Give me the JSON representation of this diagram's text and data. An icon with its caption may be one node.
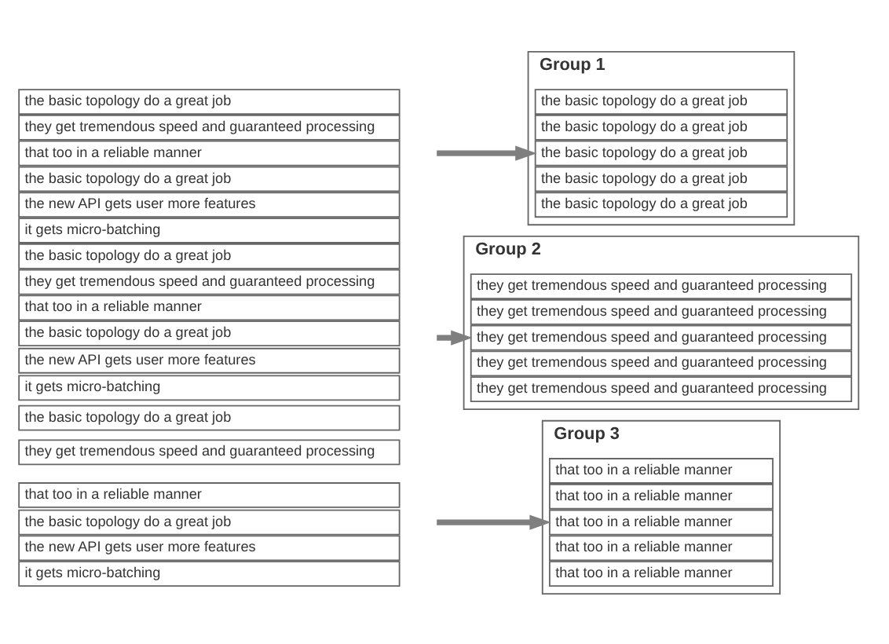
{
  "diagram": {
    "nodes": [
      {
        "text": [
          "the basic topology do a great job"
        ]
      },
      {
        "text": [
          "they get tremendous speed and guaranteed processing"
        ]
      },
      {
        "text": [
          "that too in a reliable manner"
        ]
      },
      {
        "text": [
          "the basic topology do a great job"
        ]
      },
      {
        "text": [
          "the new API gets user more features"
        ]
      },
      {
        "text": [
          "it gets micro-batching"
        ]
      },
      {
        "text": [
          "the basic topology do a great job"
        ]
      },
      {
        "text": [
          "they get tremendous speed and guaranteed processing"
        ]
      },
      {
        "text": [
          "that too in a reliable manner"
        ]
      },
      {
        "text": [
          "the basic topology do a great job"
        ]
      },
      {
        "text": [
          "the new API gets user more features"
        ]
      },
      {
        "text": [
          "it gets micro-batching"
        ]
      },
      {
        "text": [
          "the basic topology do a great job"
        ]
      },
      {
        "text": [
          "they get tremendous speed and guaranteed processing"
        ]
      },
      {
        "text": [
          "that too in a reliable manner"
        ]
      },
      {
        "text": [
          "the basic topology do a great job"
        ]
      },
      {
        "text": [
          "the new API gets user more features"
        ]
      },
      {
        "text": [
          "it gets micro-batching"
        ]
      },
      {
        "text": [
          "Group 1"
        ]
      },
      {
        "text": [
          "the basic topology do a great job"
        ],
        "in": 18
      },
      {
        "text": [
          "the basic topology do a great job"
        ],
        "in": 18
      },
      {
        "text": [
          "the basic topology do a great job"
        ],
        "in": 18
      },
      {
        "text": [
          "the basic topology do a great job"
        ],
        "in": 18
      },
      {
        "text": [
          "the basic topology do a great job"
        ],
        "in": 18
      },
      {
        "text": [
          "Group 2"
        ]
      },
      {
        "text": [
          "they get tremendous speed and guaranteed processing"
        ],
        "in": 24
      },
      {
        "text": [
          "they get tremendous speed and guaranteed processing"
        ],
        "in": 24
      },
      {
        "text": [
          "they get tremendous speed and guaranteed processing"
        ],
        "in": 24
      },
      {
        "text": [
          "they get tremendous speed and guaranteed processing"
        ],
        "in": 24
      },
      {
        "text": [
          "they get tremendous speed and guaranteed processing"
        ],
        "in": 24
      },
      {
        "text": [
          "Group 3"
        ]
      },
      {
        "text": [
          "that too in a reliable manner"
        ],
        "in": 30
      },
      {
        "text": [
          "that too in a reliable manner"
        ],
        "in": 30
      },
      {
        "text": [
          "that too in a reliable manner"
        ],
        "in": 30
      },
      {
        "text": [
          "that too in a reliable manner"
        ],
        "in": 30
      },
      {
        "text": [
          "that too in a reliable manner"
        ],
        "in": 30
      }
    ],
    "edges": [
      {
        "from": null,
        "to": 18,
        "arrow": "to"
      },
      {
        "from": null,
        "to": 24,
        "arrow": "to"
      },
      {
        "from": null,
        "to": 30,
        "arrow": "to"
      }
    ]
  }
}
